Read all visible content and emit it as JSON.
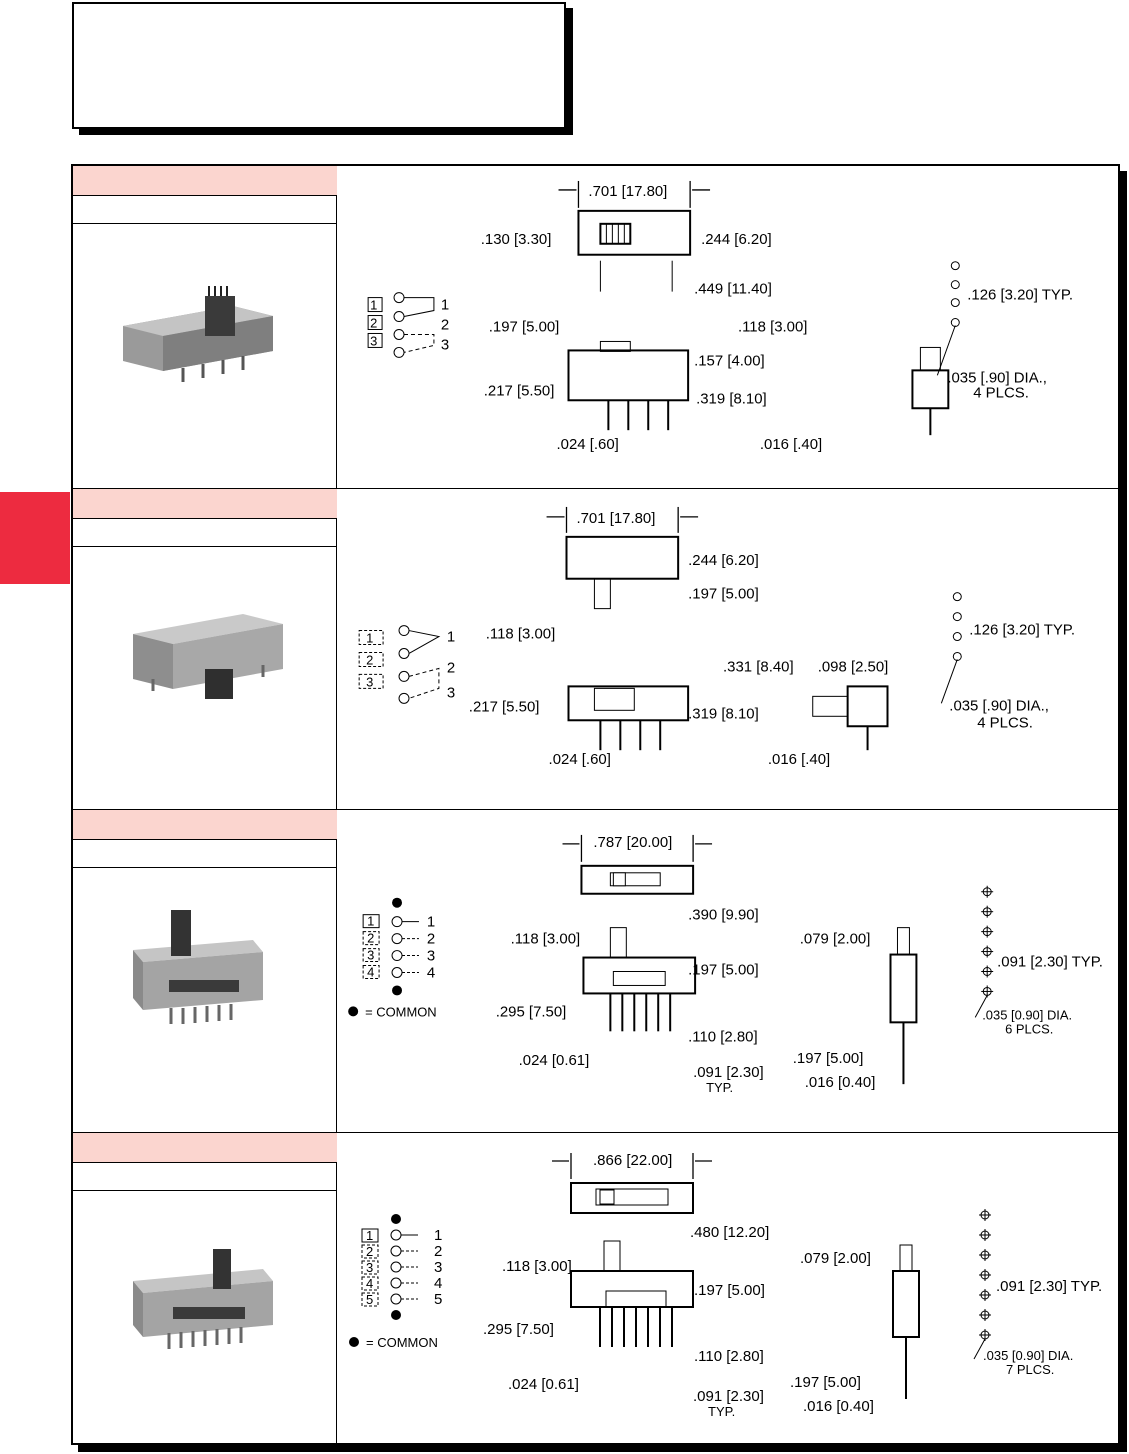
{
  "rows": [
    {
      "dims": {
        "top_width": ".701  [17.80]",
        "left_h": ".130  [3.30]",
        "right_h": ".244  [6.20]",
        "bottom_w": ".449  [11.40]",
        "side_a": ".197  [5.00]",
        "side_b": ".157  [4.00]",
        "side_c": ".217  [5.50]",
        "side_d": ".319  [8.10]",
        "side_e": ".024  [.60]",
        "end_w": ".118  [3.00]",
        "end_pin": ".016  [.40]",
        "pitch": ".126  [3.20]  TYP.",
        "hole": ".035  [.90]  DIA.,",
        "hole_count": "4  PLCS."
      },
      "schematic": {
        "boxes": [
          "1",
          "2",
          "3"
        ],
        "labels": [
          "1",
          "2",
          "3"
        ]
      }
    },
    {
      "dims": {
        "top_width": ".701  [17.80]",
        "right_h": ".244  [6.20]",
        "act_len": ".197  [5.00]",
        "act_w": ".118  [3.00]",
        "side_a": ".331  [8.40]",
        "side_c": ".217  [5.50]",
        "side_d": ".319  [8.10]",
        "side_e": ".024  [.60]",
        "end_w": ".098  [2.50]",
        "end_pin": ".016  [.40]",
        "pitch": ".126  [3.20]  TYP.",
        "hole": ".035  [.90]  DIA.,",
        "hole_count": "4  PLCS."
      },
      "schematic": {
        "boxes": [
          "1",
          "2",
          "3"
        ],
        "labels": [
          "1",
          "2",
          "3"
        ]
      }
    },
    {
      "dims": {
        "top_width": ".787  [20.00]",
        "bottom_w": ".390  [9.90]",
        "side_a": ".118  [3.00]",
        "side_b": ".197  [5.00]",
        "side_c": ".295  [7.50]",
        "side_f": ".110  [2.80]",
        "side_e": ".024  [0.61]",
        "side_g": ".091  [2.30]",
        "typ": "TYP.",
        "end_w": ".079  [2.00]",
        "end_h": ".197  [5.00]",
        "end_pin": ".016  [0.40]",
        "pitch": ".091  [2.30]  TYP.",
        "hole": ".035  [0.90]  DIA.",
        "hole_count": "6  PLCS."
      },
      "schematic": {
        "boxes": [
          "1",
          "2",
          "3",
          "4"
        ],
        "labels": [
          "1",
          "2",
          "3",
          "4"
        ],
        "legend": "=  COMMON"
      }
    },
    {
      "dims": {
        "top_width": ".866  [22.00]",
        "bottom_w": ".480  [12.20]",
        "side_a": ".118  [3.00]",
        "side_b": ".197  [5.00]",
        "side_c": ".295  [7.50]",
        "side_f": ".110  [2.80]",
        "side_e": ".024  [0.61]",
        "side_g": ".091  [2.30]",
        "typ": "TYP.",
        "end_w": ".079  [2.00]",
        "end_h": ".197  [5.00]",
        "end_pin": ".016  [0.40]",
        "pitch": ".091  [2.30]  TYP.",
        "hole": ".035  [0.90]  DIA.",
        "hole_count": "7  PLCS."
      },
      "schematic": {
        "boxes": [
          "1",
          "2",
          "3",
          "4",
          "5"
        ],
        "labels": [
          "1",
          "2",
          "3",
          "4",
          "5"
        ],
        "legend": "=  COMMON"
      }
    }
  ]
}
